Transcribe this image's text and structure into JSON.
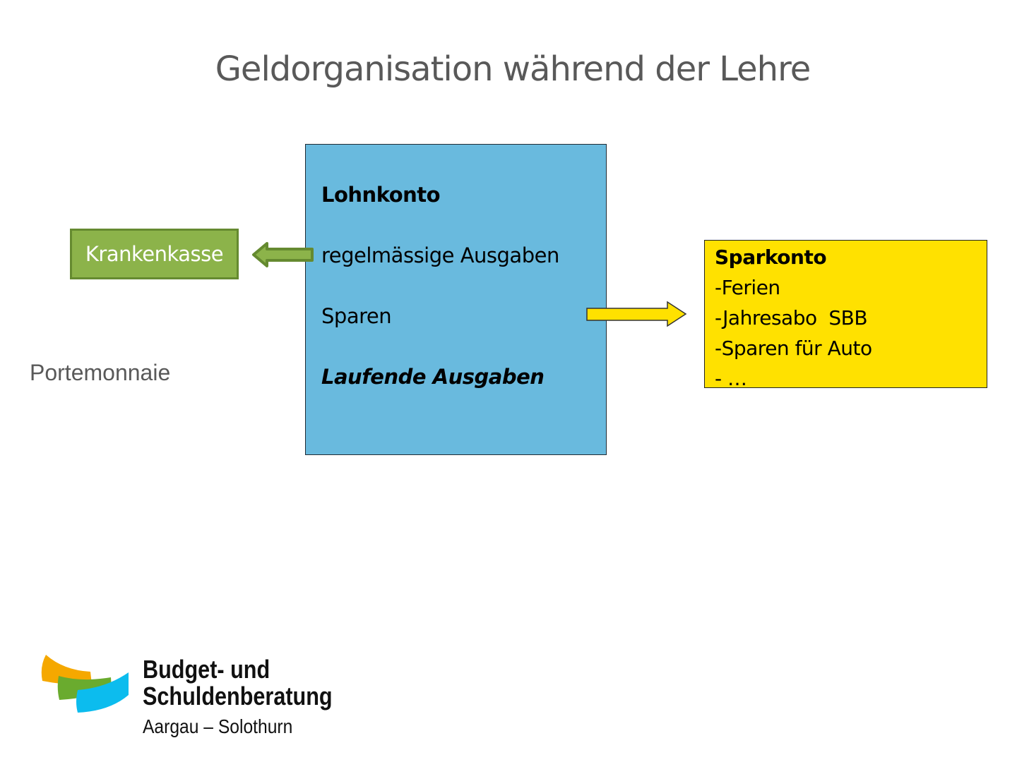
{
  "title": "Geldorganisation während der Lehre",
  "lohnkonto": {
    "heading": "Lohnkonto",
    "items": [
      "regelmässige Ausgaben",
      "Sparen"
    ],
    "last": "Laufende Ausgaben"
  },
  "krankenkasse": "Krankenkasse",
  "portemonnaie": "Portemonnaie",
  "sparkonto": {
    "heading": "Sparkonto",
    "items": [
      "-Ferien",
      "-Jahresabo  SBB",
      "-Sparen für Auto",
      "- …"
    ]
  },
  "logo": {
    "line1": "Budget- und",
    "line2": "Schuldenberatung",
    "line3": "Aargau – Solothurn"
  },
  "colors": {
    "lohn": "#69bade",
    "kk": "#8cb34a",
    "spar": "#ffe100",
    "orange": "#f5a800",
    "green": "#6aab2e",
    "blue": "#0cbcee"
  }
}
